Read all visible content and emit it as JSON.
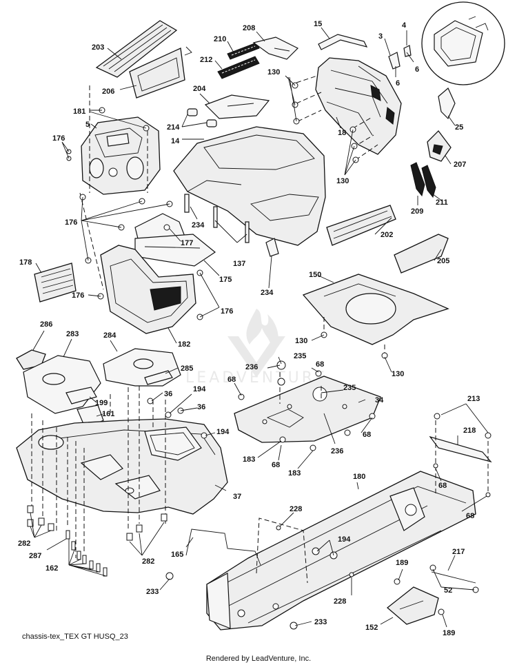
{
  "diagram_caption": "chassis-tex_TEX GT HUSQ_23",
  "footer_text": "Rendered by LeadVenture, Inc.",
  "watermark_text": "LEADVENTURE",
  "callouts": [
    "203",
    "206",
    "210",
    "212",
    "208",
    "15",
    "3",
    "4",
    "6",
    "6",
    "130",
    "181",
    "5",
    "176",
    "204",
    "214",
    "14",
    "18",
    "25",
    "207",
    "130",
    "209",
    "211",
    "176",
    "177",
    "234",
    "137",
    "202",
    "205",
    "178",
    "176",
    "176",
    "175",
    "150",
    "234",
    "182",
    "130",
    "130",
    "286",
    "283",
    "284",
    "285",
    "199",
    "161",
    "36",
    "194",
    "36",
    "194",
    "236",
    "235",
    "68",
    "68",
    "235",
    "34",
    "68",
    "236",
    "183",
    "68",
    "183",
    "37",
    "213",
    "218",
    "68",
    "68",
    "180",
    "228",
    "282",
    "287",
    "162",
    "282",
    "194",
    "165",
    "228",
    "189",
    "217",
    "52",
    "189",
    "233",
    "233",
    "152"
  ]
}
